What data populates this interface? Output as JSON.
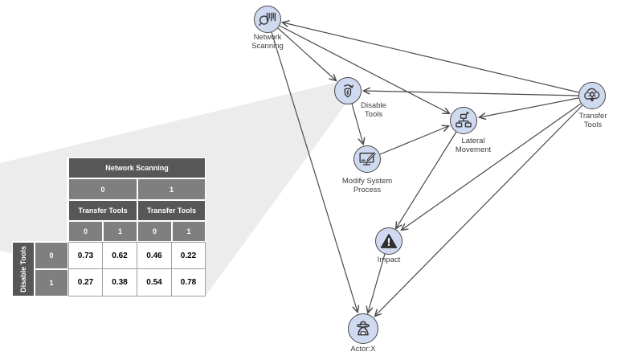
{
  "graph": {
    "nodes": [
      {
        "id": "network-scanning",
        "line1": "Network",
        "line2": "Scanning"
      },
      {
        "id": "disable-tools",
        "line1": "Disable",
        "line2": "Tools"
      },
      {
        "id": "transfer-tools",
        "line1": "Transfer",
        "line2": "Tools"
      },
      {
        "id": "lateral-movement",
        "line1": "Lateral",
        "line2": "Movement"
      },
      {
        "id": "modify-system-process",
        "line1": "Modify System",
        "line2": "Process"
      },
      {
        "id": "impact",
        "label": "Impact"
      },
      {
        "id": "actor-x",
        "label": "Actor:X"
      }
    ],
    "edges": [
      {
        "from": "transfer-tools",
        "to": "network-scanning"
      },
      {
        "from": "network-scanning",
        "to": "disable-tools"
      },
      {
        "from": "network-scanning",
        "to": "lateral-movement"
      },
      {
        "from": "network-scanning",
        "to": "actor-x"
      },
      {
        "from": "transfer-tools",
        "to": "disable-tools"
      },
      {
        "from": "disable-tools",
        "to": "modify-system-process"
      },
      {
        "from": "modify-system-process",
        "to": "lateral-movement"
      },
      {
        "from": "transfer-tools",
        "to": "lateral-movement"
      },
      {
        "from": "lateral-movement",
        "to": "impact"
      },
      {
        "from": "transfer-tools",
        "to": "impact"
      },
      {
        "from": "impact",
        "to": "actor-x"
      },
      {
        "from": "transfer-tools",
        "to": "actor-x"
      }
    ]
  },
  "cpt": {
    "col_parent": "Network Scanning",
    "col_parent_state_0": "0",
    "col_parent_state_1": "1",
    "col_child": "Transfer Tools",
    "col_child_states": [
      "0",
      "1",
      "0",
      "1"
    ],
    "row_parent": "Disable Tools",
    "row_states": [
      "0",
      "1"
    ],
    "rows": [
      [
        "0.73",
        "0.62",
        "0.46",
        "0.22"
      ],
      [
        "0.27",
        "0.38",
        "0.54",
        "0.78"
      ]
    ]
  },
  "colors": {
    "node_fill": "#cfdaf1",
    "node_border": "#474747",
    "edge": "#4a4a4a",
    "table_header_dark": "#575757",
    "table_header_mid": "#7f7f7f",
    "zoom_beam": "#ececec"
  }
}
